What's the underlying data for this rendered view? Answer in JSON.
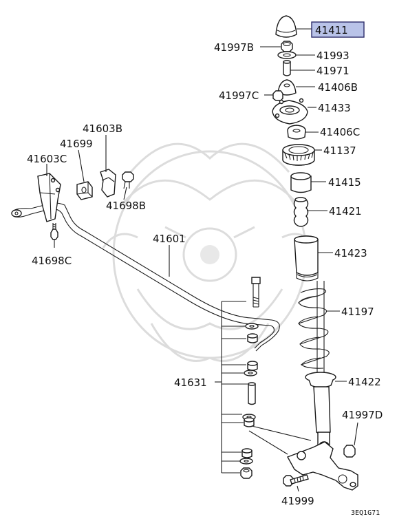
{
  "diagram": {
    "highlighted_part": "41411",
    "highlight_color": "#b9c3e8",
    "labels": {
      "p41411": "41411",
      "p41997B": "41997B",
      "p41993": "41993",
      "p41971": "41971",
      "p41406B": "41406B",
      "p41997C": "41997C",
      "p41433": "41433",
      "p41406C": "41406C",
      "p41137": "41137",
      "p41415": "41415",
      "p41421": "41421",
      "p41423": "41423",
      "p41197": "41197",
      "p41422": "41422",
      "p41997D": "41997D",
      "p41999": "41999",
      "p41603B": "41603B",
      "p41699": "41699",
      "p41603C": "41603C",
      "p41698B": "41698B",
      "p41698C": "41698C",
      "p41601": "41601",
      "p41631": "41631"
    },
    "figure_code": "3EQ1G71"
  }
}
